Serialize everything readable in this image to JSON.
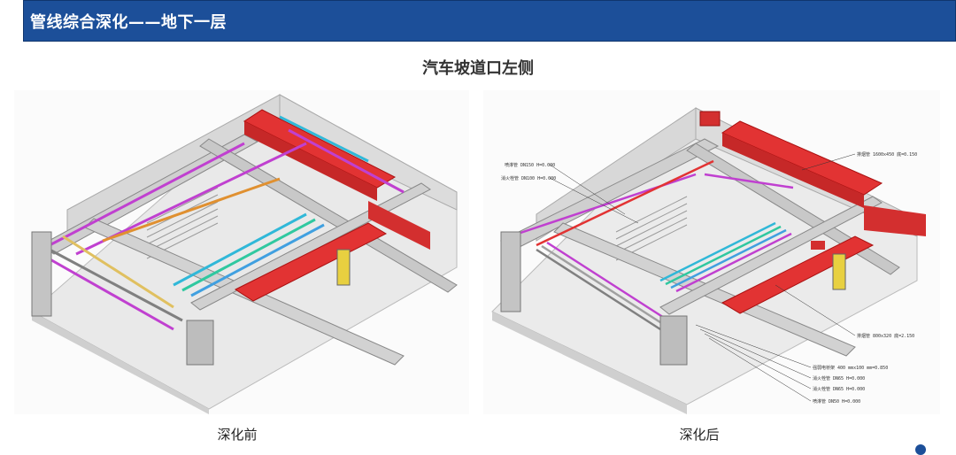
{
  "header": {
    "title": "管线综合深化——地下一层"
  },
  "subtitle": "汽车坡道口左侧",
  "panels": {
    "before": {
      "caption": "深化前"
    },
    "after": {
      "caption": "深化后",
      "annotations": [
        "喷淋管 DN150 H=0.000",
        "消火栓管 DN100 H=0.000",
        "排烟管 1600x450 底=0.150",
        "排烟管 800x320 底=2.150",
        "强弱电桥架 400 mmx100 mm=0.850",
        "消火栓管 DN65 H=0.000",
        "消火栓管 DN65 H=0.000",
        "喷淋管 DN50 H=0.000"
      ]
    }
  }
}
